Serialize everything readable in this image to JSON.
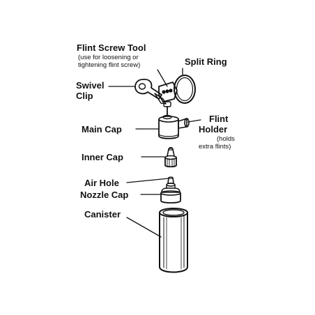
{
  "labels": {
    "flint_screw_tool": "Flint Screw Tool",
    "flint_screw_tool_note_1": "(use for loosening or",
    "flint_screw_tool_note_2": "tightening flint screw)",
    "split_ring": "Split Ring",
    "swivel_clip_1": "Swivel",
    "swivel_clip_2": "Clip",
    "main_cap": "Main Cap",
    "flint_holder_1": "Flint",
    "flint_holder_2": "Holder",
    "flint_holder_note_1": "(holds",
    "flint_holder_note_2": "extra flints)",
    "inner_cap": "Inner Cap",
    "air_hole": "Air Hole",
    "nozzle_cap": "Nozzle Cap",
    "canister": "Canister"
  }
}
